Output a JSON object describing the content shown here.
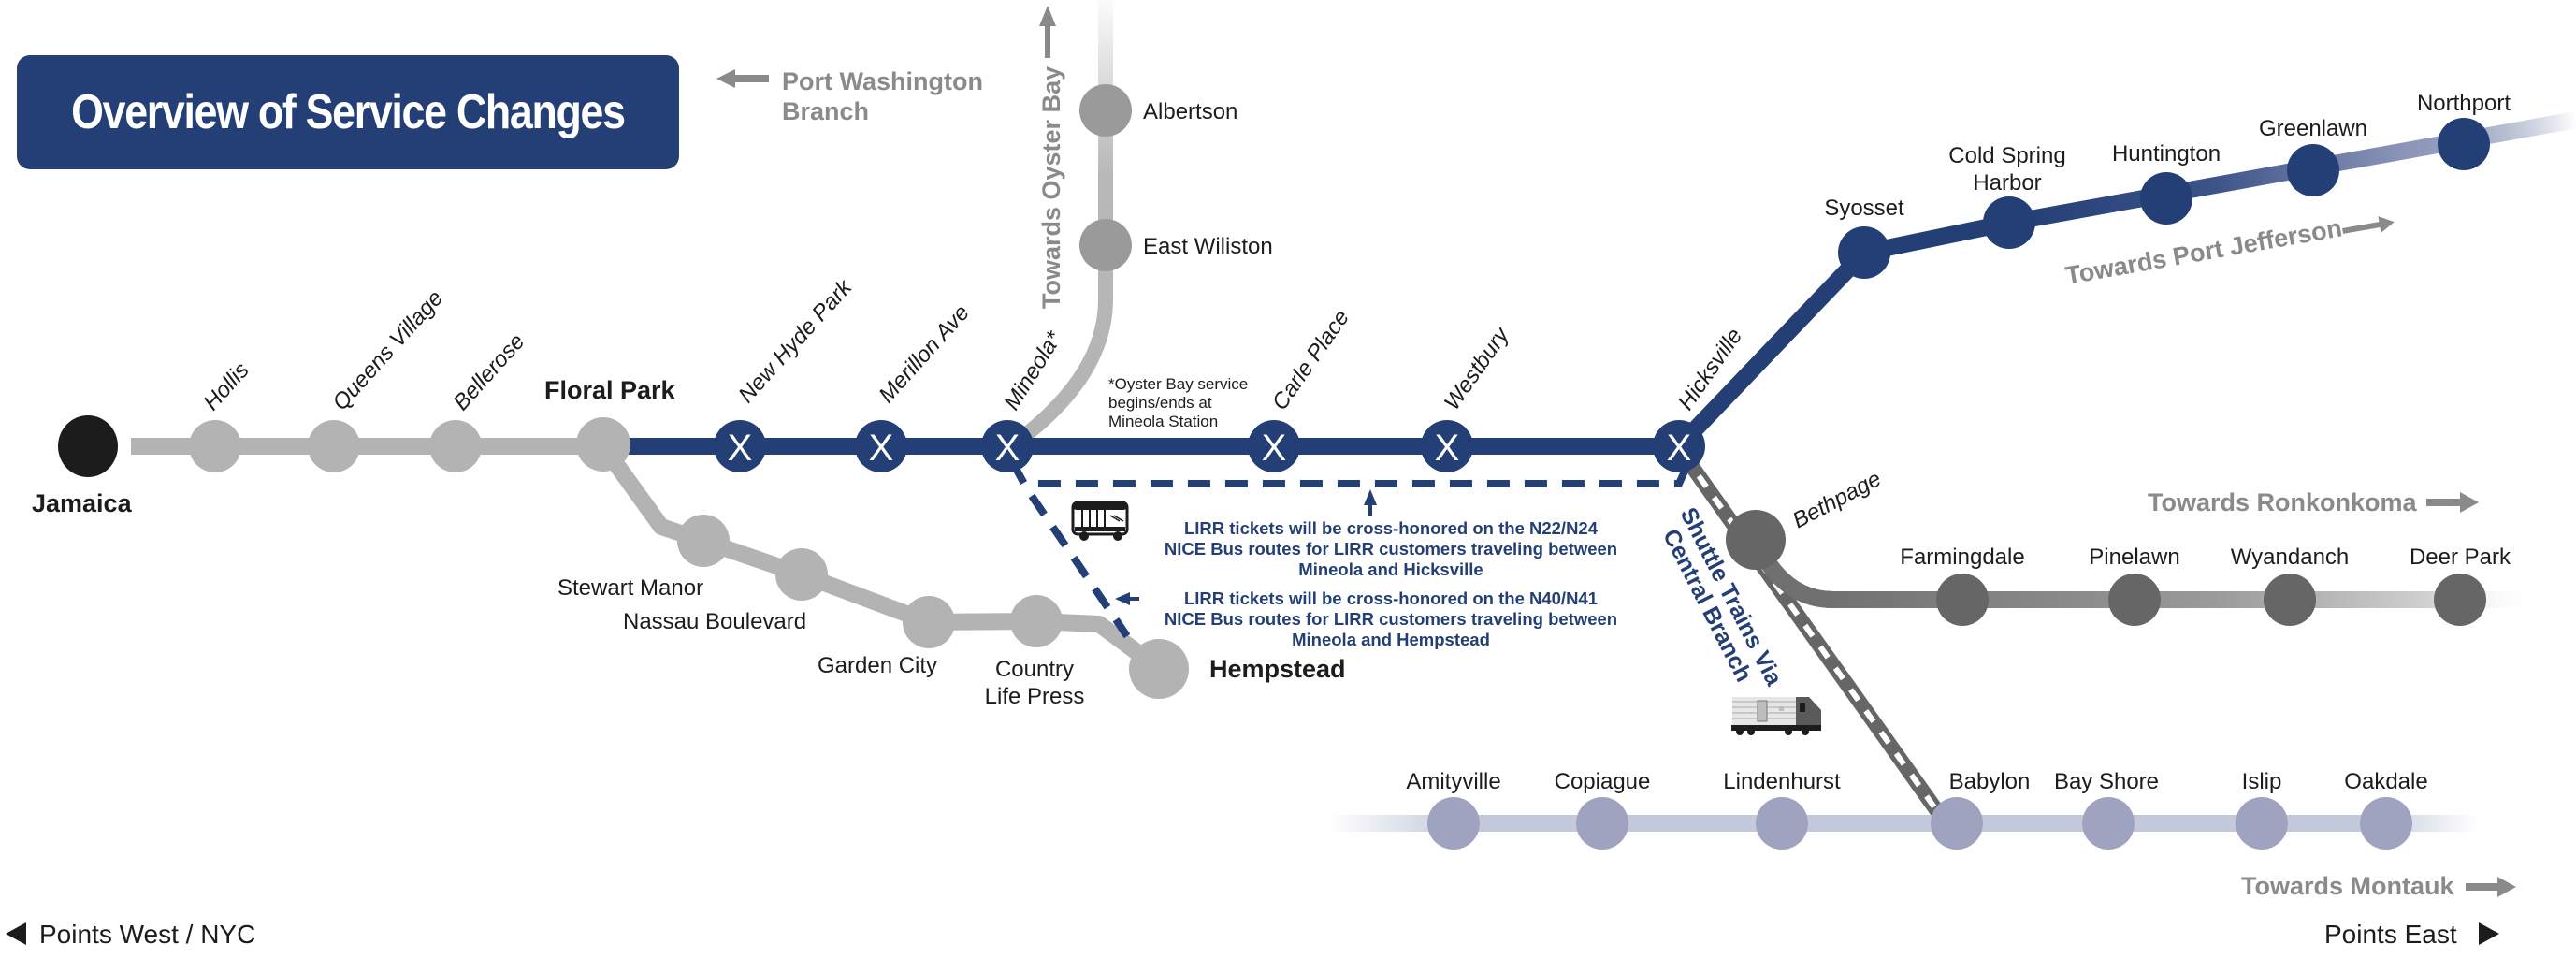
{
  "title": "Overview of Service Changes",
  "colors": {
    "brand_blue": "#233f76",
    "gray_line": "#b3b3b3",
    "dark_gray_line": "#666666",
    "babylon_line": "#c3c8da",
    "babylon_station": "#a0a3c0",
    "direction_text": "#8a8a8a",
    "terminal": "#1c1c1c"
  },
  "directions": {
    "port_washington": [
      "Port Washington",
      "Branch"
    ],
    "oyster_bay": "Towards Oyster Bay",
    "port_jefferson": "Towards Port Jefferson",
    "ronkonkoma": "Towards Ronkonkoma",
    "montauk": "Towards Montauk",
    "points_west": "Points West / NYC",
    "points_east": "Points East"
  },
  "stations": {
    "main_west": [
      {
        "name": "Jamaica",
        "type": "terminal"
      },
      {
        "name": "Hollis",
        "type": "open"
      },
      {
        "name": "Queens Village",
        "type": "open"
      },
      {
        "name": "Bellerose",
        "type": "open"
      },
      {
        "name": "Floral Park",
        "type": "open"
      }
    ],
    "main_suspended": [
      {
        "name": "New Hyde Park",
        "type": "no-service"
      },
      {
        "name": "Merillon Ave",
        "type": "no-service"
      },
      {
        "name": "Mineola*",
        "type": "no-service"
      },
      {
        "name": "Carle Place",
        "type": "no-service"
      },
      {
        "name": "Westbury",
        "type": "no-service"
      },
      {
        "name": "Hicksville",
        "type": "no-service"
      }
    ],
    "hempstead_branch": [
      {
        "name": "Stewart Manor"
      },
      {
        "name": "Nassau Boulevard"
      },
      {
        "name": "Garden City"
      },
      {
        "name": "Country Life Press",
        "lines": [
          "Country",
          "Life Press"
        ]
      },
      {
        "name": "Hempstead"
      }
    ],
    "oyster_bay_branch": [
      {
        "name": "Albertson"
      },
      {
        "name": "East Wiliston"
      }
    ],
    "port_jefferson_branch": [
      {
        "name": "Syosset"
      },
      {
        "name": "Cold Spring Harbor",
        "lines": [
          "Cold Spring",
          "Harbor"
        ]
      },
      {
        "name": "Huntington"
      },
      {
        "name": "Greenlawn"
      },
      {
        "name": "Northport"
      }
    ],
    "ronkonkoma_branch": [
      {
        "name": "Bethpage"
      },
      {
        "name": "Farmingdale"
      },
      {
        "name": "Pinelawn"
      },
      {
        "name": "Wyandanch"
      },
      {
        "name": "Deer Park"
      }
    ],
    "babylon_branch": [
      {
        "name": "Amityville"
      },
      {
        "name": "Copiague"
      },
      {
        "name": "Lindenhurst"
      },
      {
        "name": "Babylon"
      },
      {
        "name": "Bay Shore"
      },
      {
        "name": "Islip"
      },
      {
        "name": "Oakdale"
      }
    ]
  },
  "closed_marker": "X",
  "notes": {
    "oyster_bay": [
      "*Oyster Bay service",
      "begins/ends at",
      "Mineola Station"
    ],
    "bus_hicksville": [
      "LIRR tickets will be cross-honored on the N22/N24",
      "NICE Bus routes for LIRR customers traveling between",
      "Mineola and Hicksville"
    ],
    "bus_hempstead": [
      "LIRR tickets will be cross-honored on the N40/N41",
      "NICE Bus routes for LIRR customers traveling between",
      "Mineola and Hempstead"
    ],
    "shuttle": [
      "Shuttle Trains Via",
      "Central Branch"
    ]
  },
  "icons": {
    "bus": "bus-icon",
    "train": "train-icon"
  }
}
